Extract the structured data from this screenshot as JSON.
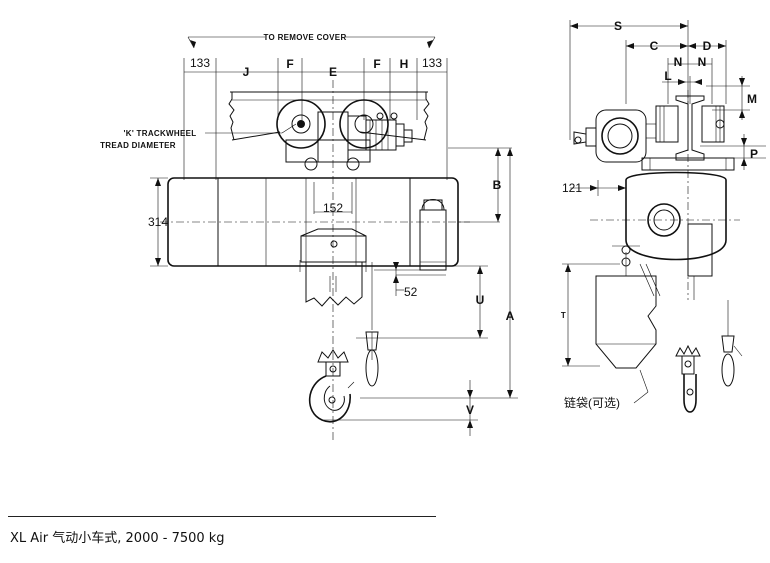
{
  "front_view": {
    "remove_cover": "TO REMOVE COVER",
    "trackwheel_line1": "'K' TRACKWHEEL",
    "trackwheel_line2": "TREAD DIAMETER",
    "dim_133_left": "133",
    "dim_J": "J",
    "dim_F_left": "F",
    "dim_E": "E",
    "dim_F_right": "F",
    "dim_H": "H",
    "dim_133_right": "133",
    "dim_B": "B",
    "dim_152": "152",
    "dim_314": "314",
    "dim_52": "52",
    "dim_U": "U",
    "dim_A": "A",
    "dim_V": "V"
  },
  "side_view": {
    "dim_S": "S",
    "dim_C": "C",
    "dim_D": "D",
    "dim_N_left": "N",
    "dim_N_right": "N",
    "dim_L": "L",
    "dim_M": "M",
    "dim_P": "P",
    "dim_121": "121",
    "dim_T": "T",
    "chain_bag": "链袋(可选)"
  },
  "caption": "XL Air 气动小车式, 2000 - 7500 kg"
}
